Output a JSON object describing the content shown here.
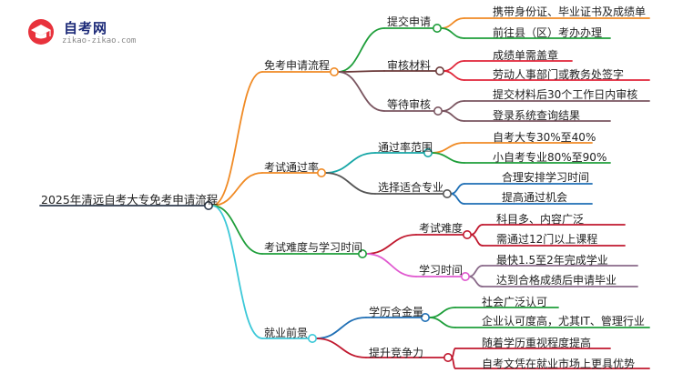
{
  "logo": {
    "name": "自考网",
    "url": "zikao-zikao.com"
  },
  "root": {
    "label": "2025年清远自考大专免考申请流程",
    "color": "#2e3b4e"
  },
  "branches": [
    {
      "id": "b1",
      "label": "免考申请流程",
      "color": "#f08a24",
      "children": [
        {
          "id": "c11",
          "label": "提交申请",
          "color": "#1e9e3a",
          "children": [
            {
              "id": "l111",
              "label": "携带身份证、毕业证书及成绩单",
              "color": "#f08a24"
            },
            {
              "id": "l112",
              "label": "前往县（区）考办办理",
              "color": "#1e9e3a"
            }
          ]
        },
        {
          "id": "c12",
          "label": "审核材料",
          "color": "#6b3a3a",
          "children": [
            {
              "id": "l121",
              "label": "成绩单需盖章",
              "color": "#e0263a"
            },
            {
              "id": "l122",
              "label": "劳动人事部门或教务处签字",
              "color": "#e0263a"
            }
          ]
        },
        {
          "id": "c13",
          "label": "等待审核",
          "color": "#7a5560",
          "children": [
            {
              "id": "l131",
              "label": "提交材料后30个工作日内审核",
              "color": "#7a5560"
            },
            {
              "id": "l132",
              "label": "登录系统查询结果",
              "color": "#7a5560"
            }
          ]
        }
      ]
    },
    {
      "id": "b2",
      "label": "考试通过率",
      "color": "#f08a24",
      "children": [
        {
          "id": "c21",
          "label": "通过率范围",
          "color": "#16a6a6",
          "children": [
            {
              "id": "l211",
              "label": "自考大专30%至40%",
              "color": "#f08a24"
            },
            {
              "id": "l212",
              "label": "小自考专业80%至90%",
              "color": "#1e9e3a"
            }
          ]
        },
        {
          "id": "c22",
          "label": "选择适合专业",
          "color": "#555555",
          "children": [
            {
              "id": "l221",
              "label": "合理安排学习时间",
              "color": "#1f6fb5"
            },
            {
              "id": "l222",
              "label": "提高通过机会",
              "color": "#1f6fb5"
            }
          ]
        }
      ]
    },
    {
      "id": "b3",
      "label": "考试难度与学习时间",
      "color": "#1e9e3a",
      "children": [
        {
          "id": "c31",
          "label": "考试难度",
          "color": "#c0182e",
          "children": [
            {
              "id": "l311",
              "label": "科目多、内容广泛",
              "color": "#c0182e"
            },
            {
              "id": "l312",
              "label": "需通过12门以上课程",
              "color": "#c0182e"
            }
          ]
        },
        {
          "id": "c32",
          "label": "学习时间",
          "color": "#e05ad0",
          "children": [
            {
              "id": "l321",
              "label": "最快1.5至2年完成学业",
              "color": "#8a6a8a"
            },
            {
              "id": "l322",
              "label": "达到合格成绩后申请毕业",
              "color": "#8a6a8a"
            }
          ]
        }
      ]
    },
    {
      "id": "b4",
      "label": "就业前景",
      "color": "#3cc8d8",
      "children": [
        {
          "id": "c41",
          "label": "学历含金量",
          "color": "#1f6fb5",
          "children": [
            {
              "id": "l411",
              "label": "社会广泛认可",
              "color": "#1e9e3a"
            },
            {
              "id": "l412",
              "label": "企业认可度高，尤其IT、管理行业",
              "color": "#1e9e3a"
            }
          ]
        },
        {
          "id": "c42",
          "label": "提升竞争力",
          "color": "#c0182e",
          "children": [
            {
              "id": "l421",
              "label": "随着学历重视程度提高",
              "color": "#c0182e"
            },
            {
              "id": "l422",
              "label": "自考文凭在就业市场上更具优势",
              "color": "#c0182e"
            }
          ]
        }
      ]
    }
  ]
}
